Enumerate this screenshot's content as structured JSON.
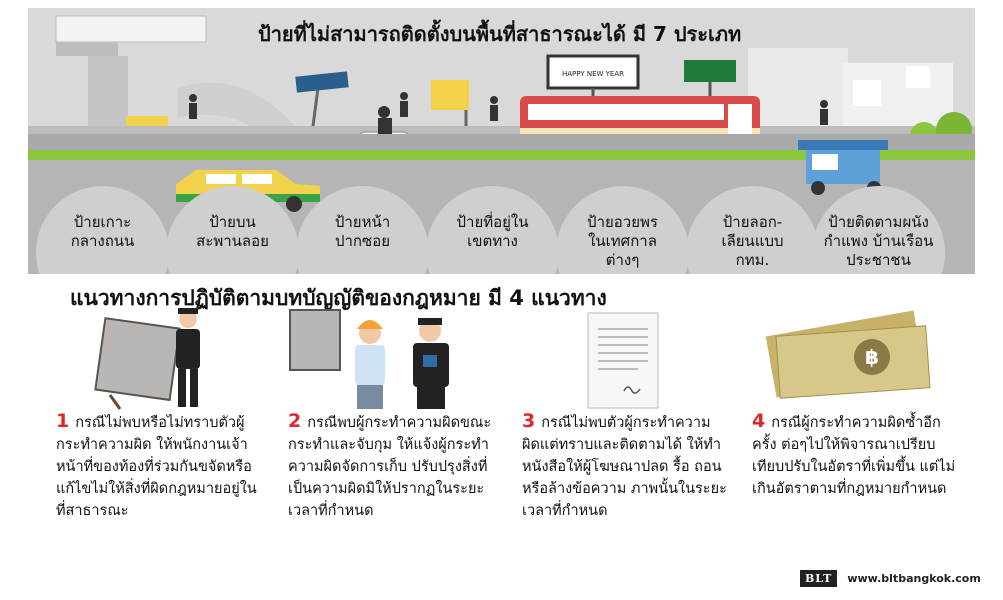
{
  "title": "ป้ายที่ไม่สามารถติดตั้งบนพื้นที่สาธารณะได้ มี 7 ประเภท",
  "scene": {
    "billboard_text": "HAPPY NEW YEAR"
  },
  "sign_types": [
    "ป้ายเกาะ\nกลางถนน",
    "ป้ายบน\nสะพานลอย",
    "ป้ายหน้า\nปากซอย",
    "ป้ายที่อยู่ใน\nเขตทาง",
    "ป้ายอวยพร\nในเทศกาล\nต่างๆ",
    "ป้ายลอก-\nเลียนแบบ\nกทม.",
    "ป้ายติดตามผนัง\nกำแพง บ้านเรือน\nประชาชน"
  ],
  "subtitle": "แนวทางการปฏิบัติตามบทบัญญัติของกฎหมาย มี 4 แนวทาง",
  "steps": [
    {
      "num": "1",
      "text": "กรณีไม่พบหรือไม่ทราบตัวผู้กระทำความผิด ให้พนักงานเจ้าหน้าที่ของท้องที่ร่วมกันขจัดหรือแก้ไขไม่ให้สิ่งที่ผิดกฎหมายอยู่ในที่สาธารณะ"
    },
    {
      "num": "2",
      "text": "กรณีพบผู้กระทำความผิดขณะกระทำและจับกุม ให้แจ้งผู้กระทำความผิดจัดการเก็บ ปรับปรุงสิ่งที่เป็นความผิดมิให้ปรากฏในระยะเวลาที่กำหนด"
    },
    {
      "num": "3",
      "text": "กรณีไม่พบตัวผู้กระทำความผิดแต่ทราบและติดตามได้ ให้ทำหนังสือให้ผู้โฆษณาปลด รื้อ ถอน หรือล้างข้อความ ภาพนั้นในระยะเวลาที่กำหนด"
    },
    {
      "num": "4",
      "text": "กรณีผู้กระทำความผิดซ้ำอีกครั้ง ต่อๆไปให้พิจารณาเปรียบเทียบปรับในอัตราที่เพิ่มขึ้น แต่ไม่เกินอัตราตามที่กฎหมายกำหนด"
    }
  ],
  "footer": {
    "logo": "BLT",
    "url": "www.bltbangkok.com"
  },
  "colors": {
    "accent_red": "#e0262b",
    "grass": "#8cc63f",
    "road": "#a9a9a9",
    "circle": "#cfcfcf"
  }
}
